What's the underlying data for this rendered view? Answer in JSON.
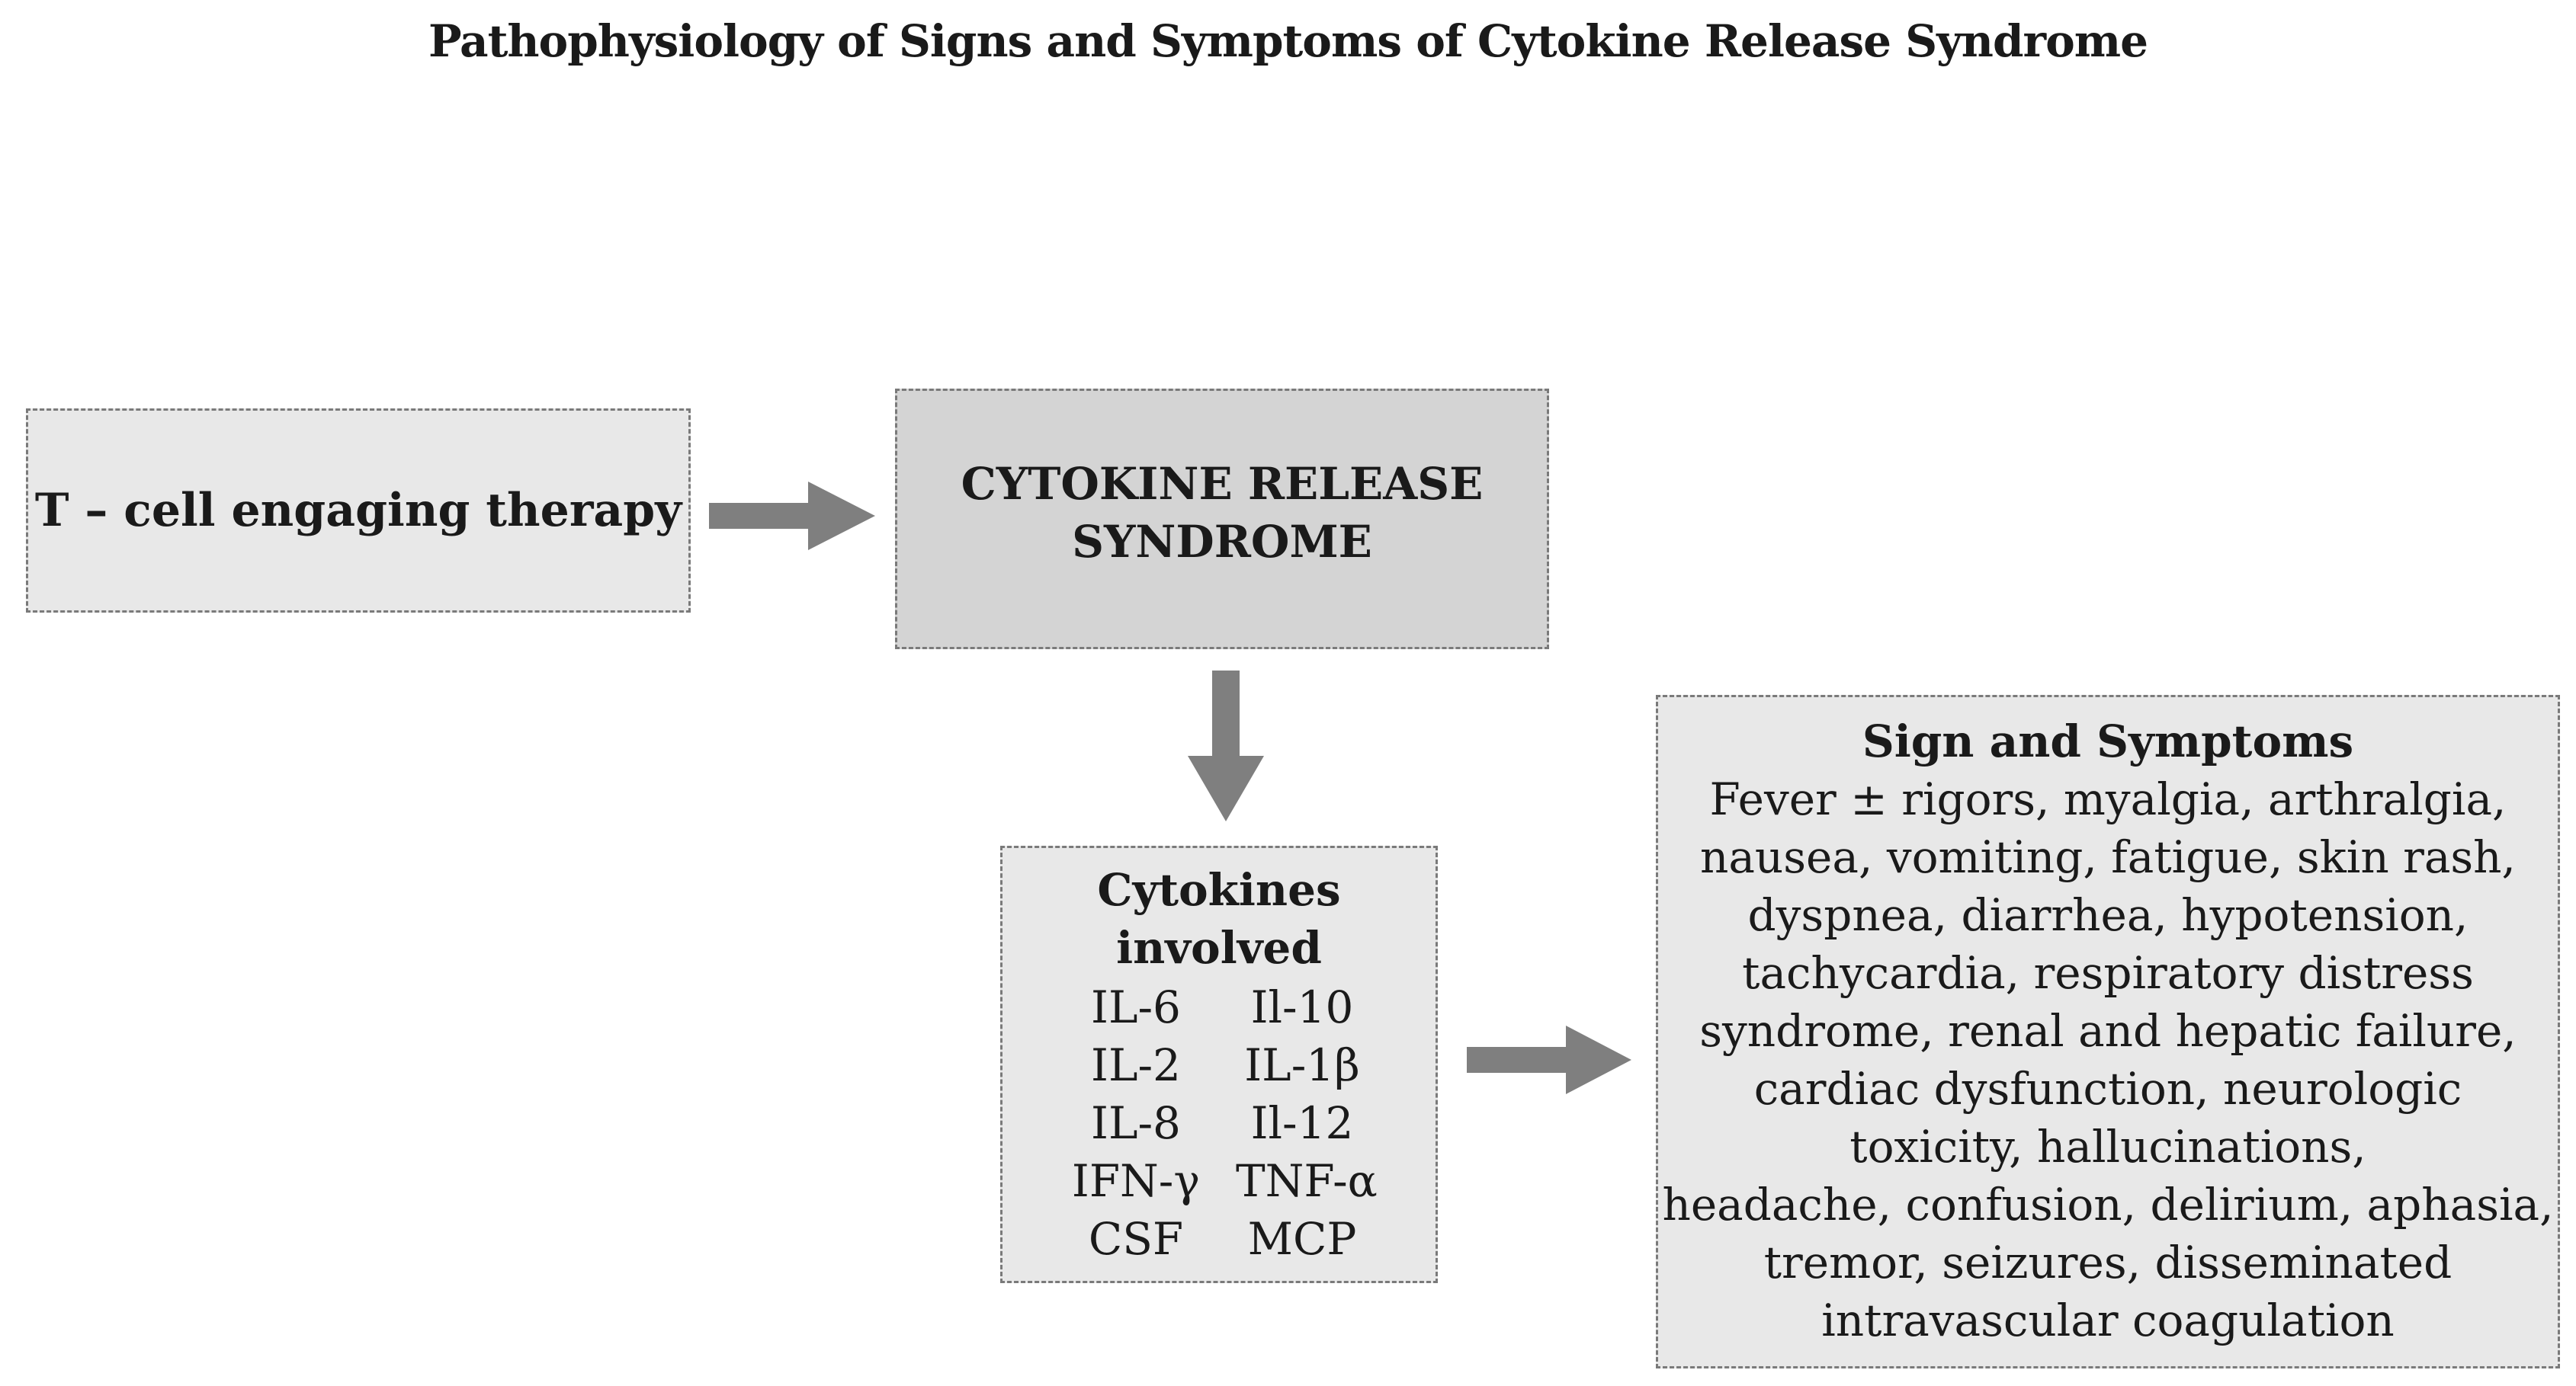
{
  "title": "Pathophysiology of Signs and Symptoms of Cytokine Release Syndrome",
  "therapy_box": {
    "label": "T – cell engaging therapy"
  },
  "crs_box": {
    "line1": "CYTOKINE RELEASE",
    "line2": "SYNDROME"
  },
  "cytokines_box": {
    "heading_line1": "Cytokines",
    "heading_line2": "involved",
    "items": [
      "IL-6",
      "Il-10",
      "IL-2",
      "IL-1β",
      "IL-8",
      "Il-12",
      "IFN-γ",
      "TNF-α",
      "CSF",
      "MCP"
    ]
  },
  "symptoms_box": {
    "heading": "Sign and Symptoms",
    "lines": [
      "Fever ± rigors, myalgia, arthralgia,",
      "nausea, vomiting, fatigue, skin  rash,",
      "dyspnea, diarrhea, hypotension,",
      "tachycardia, respiratory distress",
      "syndrome, renal and hepatic failure,",
      "cardiac dysfunction, neurologic",
      "toxicity, hallucinations,",
      "headache, confusion, delirium, aphasia,",
      "tremor, seizures, disseminated",
      "intravascular coagulation"
    ]
  },
  "colors": {
    "arrow": "#7f7f7f",
    "box_fill_light": "#e8e8e8",
    "box_fill_dark": "#d4d4d4",
    "box_border": "#7a7a7a"
  }
}
